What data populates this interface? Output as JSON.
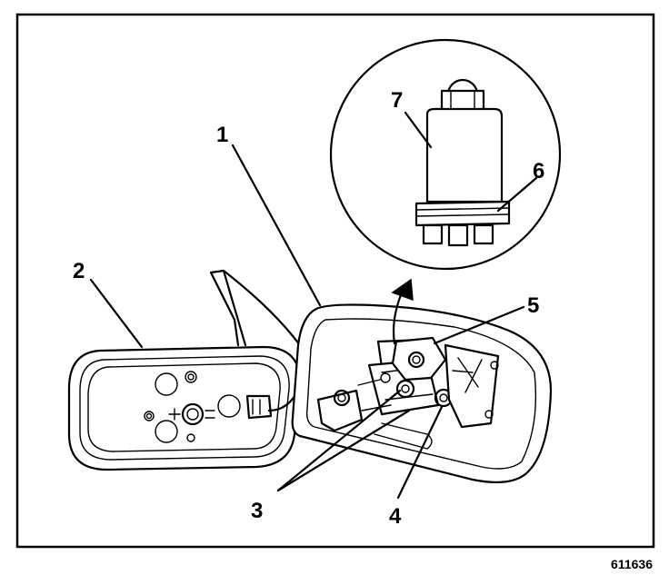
{
  "figure_number": "611636",
  "callouts": {
    "c1": "1",
    "c2": "2",
    "c3": "3",
    "c4": "4",
    "c5": "5",
    "c6": "6",
    "c7": "7"
  }
}
